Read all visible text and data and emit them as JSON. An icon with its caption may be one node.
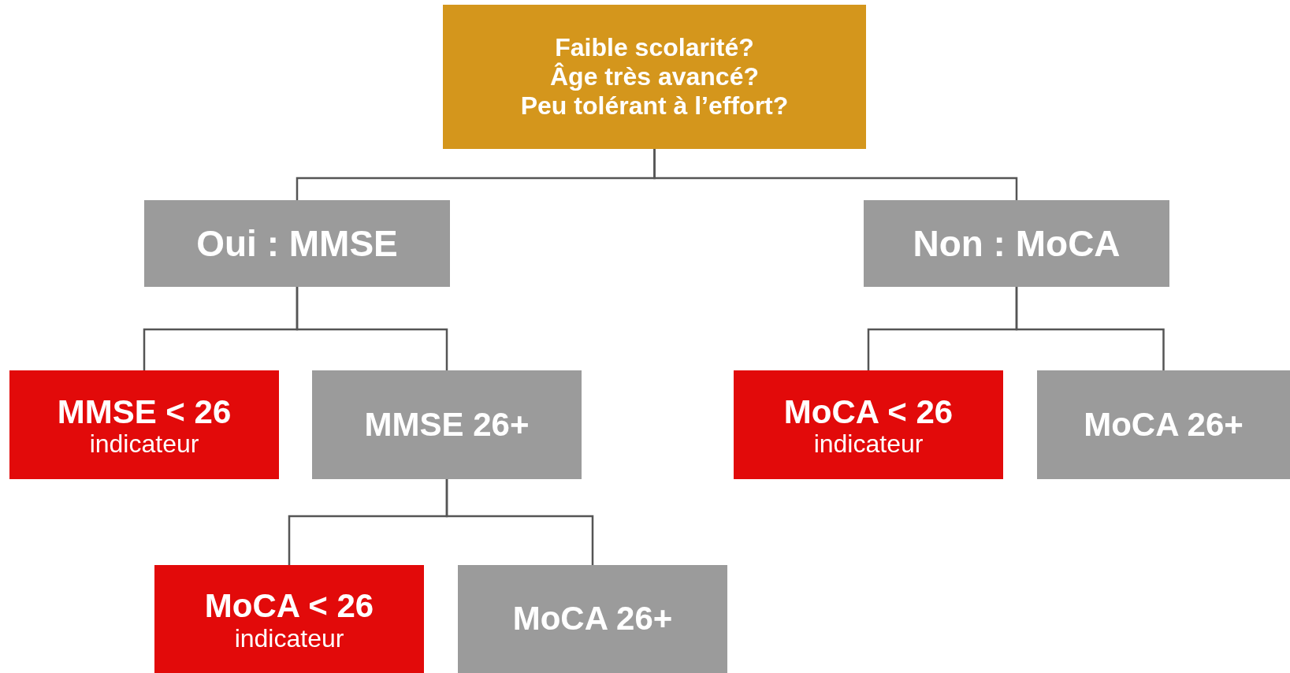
{
  "diagram": {
    "nodes": [
      {
        "text": [
          "Faible scolarité? Âge très avancé? Peu tolérant à l’effort?"
        ]
      },
      {
        "text": [
          "Oui : MMSE"
        ]
      },
      {
        "text": [
          "Non : MoCA"
        ]
      },
      {
        "text": [
          "MMSE < 26",
          "indicateur"
        ]
      },
      {
        "text": [
          "MMSE 26+"
        ]
      },
      {
        "text": [
          "MoCA < 26",
          "indicateur"
        ]
      },
      {
        "text": [
          "MoCA 26+"
        ]
      },
      {
        "text": [
          "MoCA < 26",
          "indicateur"
        ]
      },
      {
        "text": [
          "MoCA 26+"
        ]
      }
    ],
    "edges": [
      {
        "from": 0,
        "to": 1,
        "arrow": "none"
      },
      {
        "from": 0,
        "to": 2,
        "arrow": "none"
      },
      {
        "from": 1,
        "to": 3,
        "arrow": "none"
      },
      {
        "from": 1,
        "to": 4,
        "arrow": "none"
      },
      {
        "from": 2,
        "to": 5,
        "arrow": "none"
      },
      {
        "from": 2,
        "to": 6,
        "arrow": "none"
      },
      {
        "from": 4,
        "to": 7,
        "arrow": "none"
      },
      {
        "from": 4,
        "to": 8,
        "arrow": "none"
      }
    ]
  }
}
